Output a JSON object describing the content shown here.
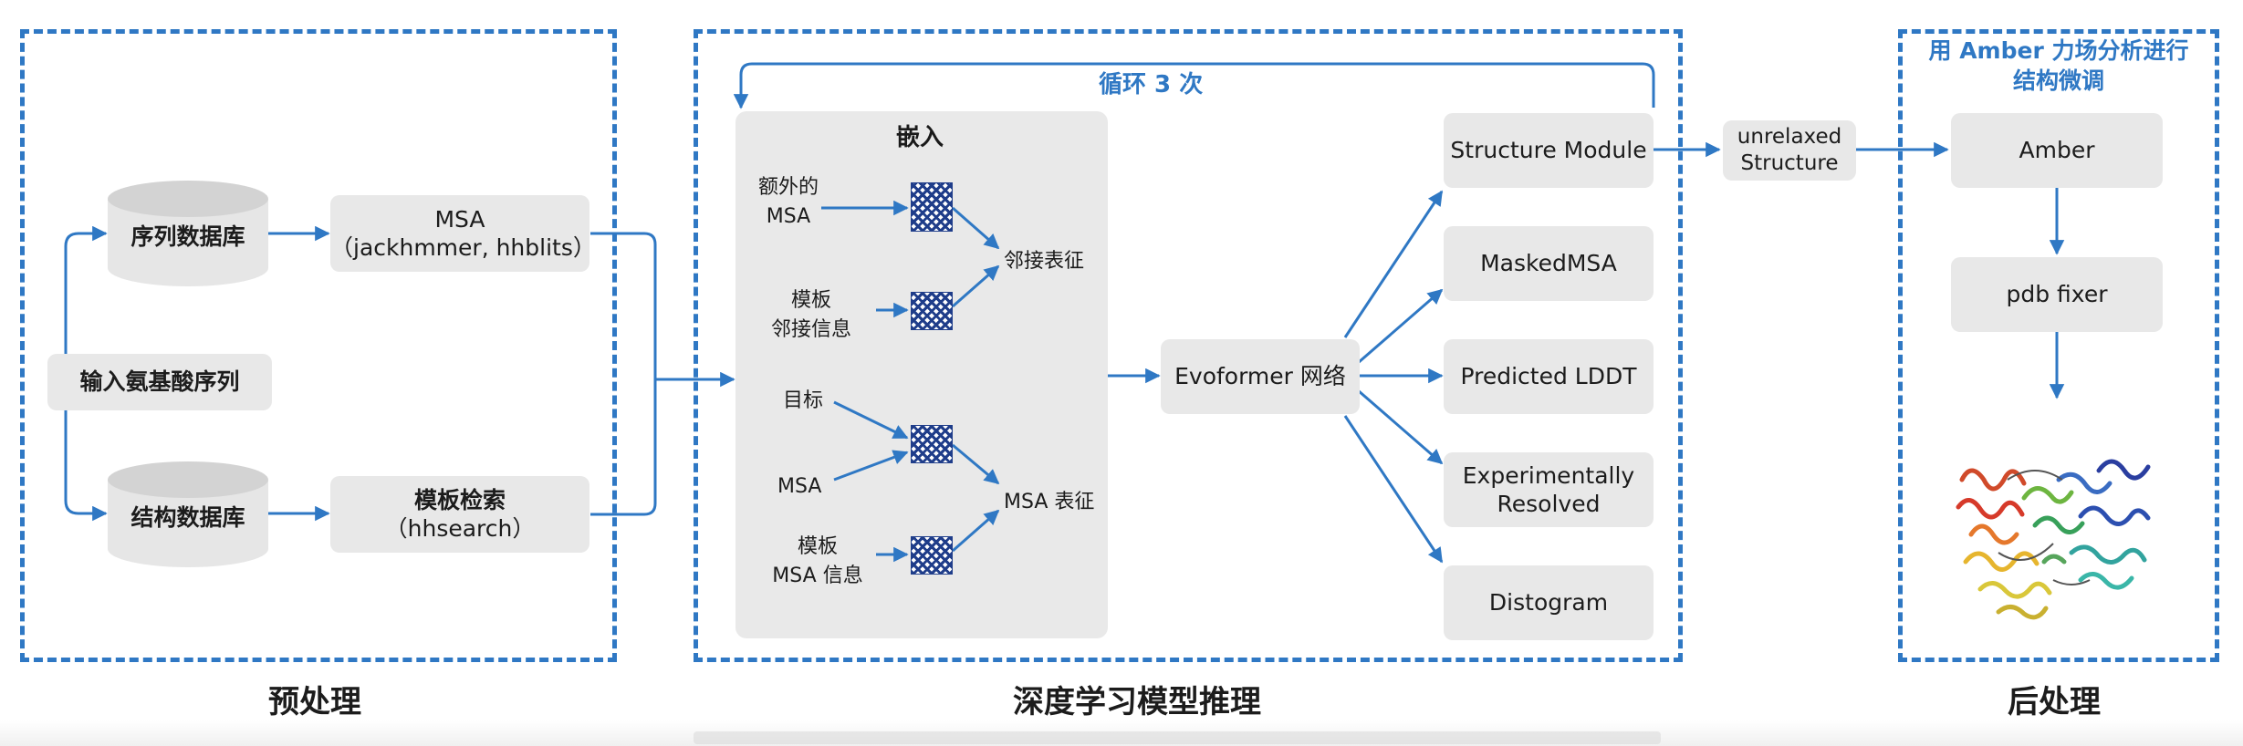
{
  "sections": {
    "preprocess": "预处理",
    "inference": "深度学习模型推理",
    "postprocess": "后处理",
    "postprocess_note_line1": "用 Amber 力场分析进行",
    "postprocess_note_line2": "结构微调",
    "loop_label": "循环 3 次"
  },
  "preprocess": {
    "input": "输入氨基酸序列",
    "seq_db": "序列数据库",
    "struct_db": "结构数据库",
    "msa_line1": "MSA",
    "msa_line2": "（jackhmmer, hhblits）",
    "template_line1": "模板检索",
    "template_line2": "（hhsearch）"
  },
  "embedding": {
    "title": "嵌入",
    "extra_msa_line1": "额外的",
    "extra_msa_line2": "MSA",
    "template_pair_line1": "模板",
    "template_pair_line2": "邻接信息",
    "pair_repr": "邻接表征",
    "target": "目标",
    "msa": "MSA",
    "template_msa_line1": "模板",
    "template_msa_line2": "MSA 信息",
    "msa_repr": "MSA 表征"
  },
  "model": {
    "evoformer": "Evoformer 网络",
    "heads": {
      "structure_module": "Structure Module",
      "masked_msa": "MaskedMSA",
      "predicted_lddt": "Predicted LDDT",
      "experimentally_resolved_line1": "Experimentally",
      "experimentally_resolved_line2": "Resolved",
      "distogram": "Distogram"
    },
    "unrelaxed_line1": "unrelaxed",
    "unrelaxed_line2": "Structure"
  },
  "postprocess": {
    "amber": "Amber",
    "pdb_fixer": "pdb fixer"
  },
  "colors": {
    "accent": "#2f78c4",
    "box": "#e8e8e8",
    "panel": "#e9e9e9"
  }
}
